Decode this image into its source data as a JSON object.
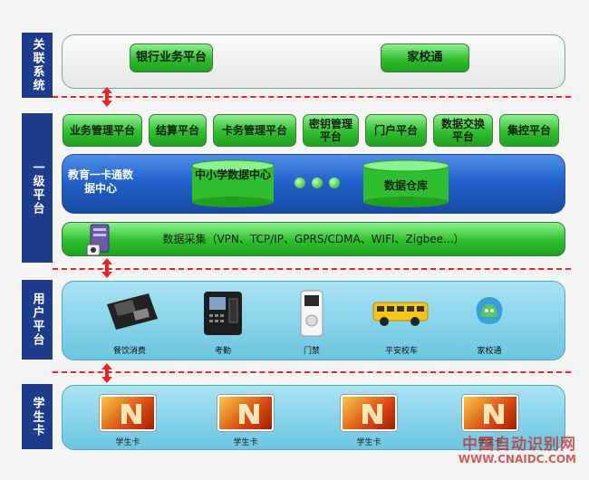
{
  "sections": {
    "related": "关联系统",
    "level1": "一级平台",
    "user": "用户平台",
    "card": "学生卡"
  },
  "related_systems": [
    "银行业务平台",
    "家校通"
  ],
  "platforms": [
    "业务管理平台",
    "结算平台",
    "卡务管理平台",
    "密钥管理平台",
    "门户平台",
    "数据交换平台",
    "集控平台"
  ],
  "data_center": {
    "label": "教育一卡通数据中心",
    "db1": "中小学数据中心",
    "db2": "数据仓库"
  },
  "collect": "数据采集（VPN、TCP/IP、GPRS/CDMA、WIFI、Zigbee...）",
  "devices": [
    "餐饮消费",
    "考勤",
    "门禁",
    "平安校车",
    "家校通"
  ],
  "cards": [
    "学生卡",
    "学生卡",
    "学生卡",
    "学生卡"
  ],
  "watermark": {
    "cn": "中国自动识别网",
    "url": "WWW.CNAIDC.COM"
  },
  "colors": {
    "side": "#1f3c8c",
    "green": "#2fbe2f",
    "blue_band": "#1f5fc8",
    "dash": "#e8242a",
    "panel_user": "#7ecfe6"
  }
}
